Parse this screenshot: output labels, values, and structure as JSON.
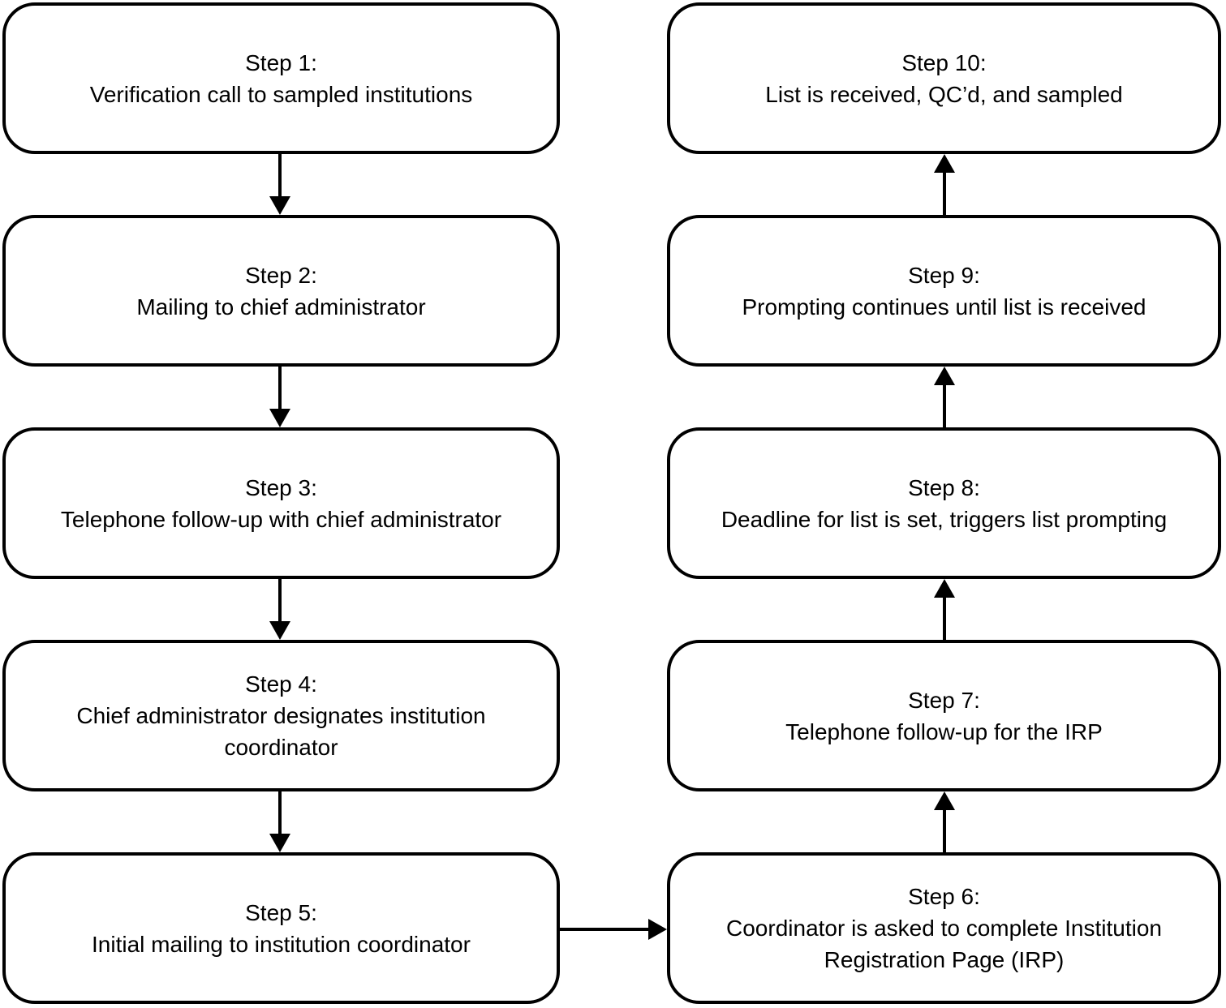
{
  "diagram": {
    "steps": [
      {
        "label": "Step 1:",
        "description": "Verification call to sampled institutions"
      },
      {
        "label": "Step 2:",
        "description": "Mailing to chief administrator"
      },
      {
        "label": "Step 3:",
        "description": "Telephone follow-up with chief administrator"
      },
      {
        "label": "Step 4:",
        "description": "Chief administrator designates institution coordinator"
      },
      {
        "label": "Step 5:",
        "description": "Initial mailing to institution coordinator"
      },
      {
        "label": "Step 6:",
        "description": "Coordinator is asked to complete Institution Registration Page (IRP)"
      },
      {
        "label": "Step 7:",
        "description": "Telephone follow-up for the IRP"
      },
      {
        "label": "Step 8:",
        "description": "Deadline for list is set, triggers list prompting"
      },
      {
        "label": "Step 9:",
        "description": "Prompting continues until list is received"
      },
      {
        "label": "Step 10:",
        "description": "List is received, QC’d, and sampled"
      }
    ],
    "connections": [
      {
        "from": 1,
        "to": 2,
        "direction": "down"
      },
      {
        "from": 2,
        "to": 3,
        "direction": "down"
      },
      {
        "from": 3,
        "to": 4,
        "direction": "down"
      },
      {
        "from": 4,
        "to": 5,
        "direction": "down"
      },
      {
        "from": 5,
        "to": 6,
        "direction": "right"
      },
      {
        "from": 6,
        "to": 7,
        "direction": "up"
      },
      {
        "from": 7,
        "to": 8,
        "direction": "up"
      },
      {
        "from": 8,
        "to": 9,
        "direction": "up"
      },
      {
        "from": 9,
        "to": 10,
        "direction": "up"
      }
    ],
    "colors": {
      "box_border": "#000000",
      "box_fill": "#ffffff",
      "text": "#000000",
      "arrow": "#000000"
    }
  }
}
